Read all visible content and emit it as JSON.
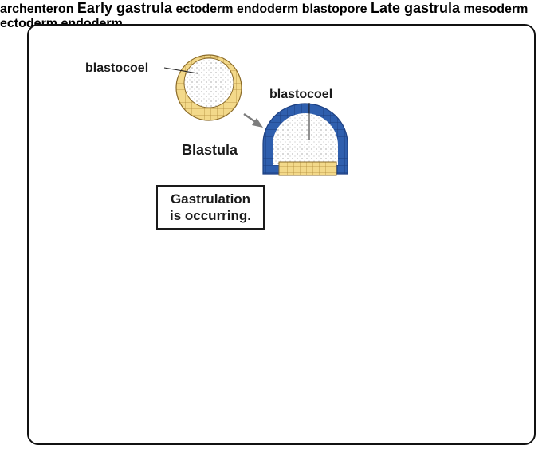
{
  "colors": {
    "ectoderm_blue": "#2f5fae",
    "ectoderm_blue_dark": "#1d3f80",
    "endoderm_yellow": "#f3d98a",
    "endoderm_yellow_dark": "#b08a3a",
    "mesoderm_pink": "#d23a8a",
    "cavity_fill": "#ffffff",
    "arrow_gray": "#7d7d7d"
  },
  "labels": {
    "blastocoel_top": "blastocoel",
    "blastocoel_blastula": "blastocoel",
    "blastula": "Blastula",
    "callout_line1": "Gastrulation",
    "callout_line2": "is occurring.",
    "archenteron": "archenteron",
    "early_gastrula": "Early gastrula",
    "ectoderm_early": "ectoderm",
    "endoderm_early": "endoderm",
    "blastopore": "blastopore",
    "late_gastrula": "Late gastrula",
    "mesoderm": "mesoderm",
    "ectoderm_late": "ectoderm",
    "endoderm_late": "endoderm"
  }
}
